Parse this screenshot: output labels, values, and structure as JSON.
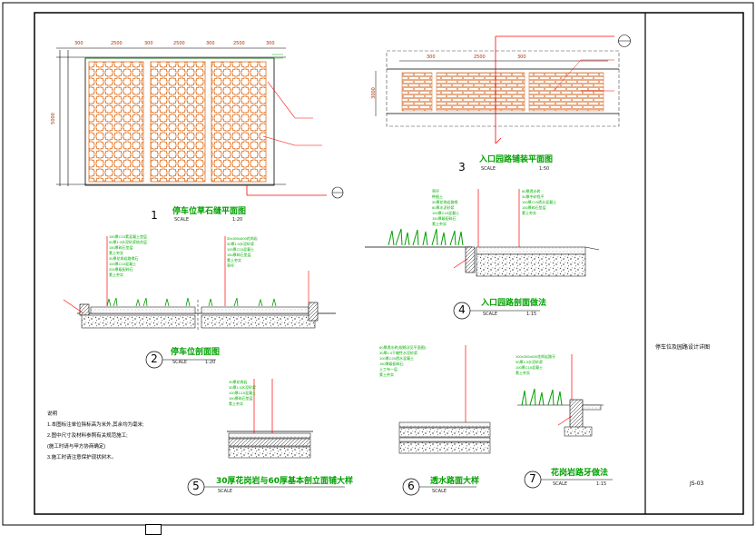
{
  "colors": {
    "linework": "#000000",
    "callout": "#ff0000",
    "annotation": "#00b000",
    "title": "#00a000",
    "paving": "#e07020",
    "dims": "#b03000"
  },
  "details": [
    {
      "num": "1",
      "title": "停车位草石缝平面图",
      "scale": "1:20"
    },
    {
      "num": "2",
      "title": "停车位剖面图",
      "scale": "1:20"
    },
    {
      "num": "3",
      "title": "入口园路铺装平面图",
      "scale": "1:50"
    },
    {
      "num": "4",
      "title": "入口园路剖面做法",
      "scale": "1:15"
    },
    {
      "num": "5",
      "title": "30厚花岗岩与60厚基本剖立面铺大样",
      "scale": ""
    },
    {
      "num": "6",
      "title": "透水路面大样",
      "scale": ""
    },
    {
      "num": "7",
      "title": "花岗岩路牙做法",
      "scale": "1:15"
    }
  ],
  "scale_tag": "SCALE",
  "dims_plan1": [
    "300",
    "2500",
    "300",
    "2500",
    "300",
    "2500",
    "300"
  ],
  "dim_plan1_height": "5000",
  "dim_plan3": "3000",
  "dim_plan3_top": [
    "300",
    "2500",
    "300"
  ],
  "notes": {
    "heading": "说明",
    "lines": [
      "1.本图标注单位除标高为米外,其余均为毫米;",
      "2.图中尺寸及材料参照有关规范施工;",
      "  (施工时请与甲方协商确定)",
      "3.施工时请注意保护现状树木。"
    ]
  },
  "title_block": {
    "drawing_name": "停车位及园路设计详图",
    "sheet_no": "JS-03"
  },
  "annotations": {
    "d2_left": [
      "150厚C15素混凝土垫层",
      "60厚1:3水泥砂浆结合层",
      "150厚碎石垫层",
      "素土夯实",
      "30厚花岗岩路缘石",
      "100厚C15混凝土",
      "200厚级配碎石",
      "素土夯实"
    ],
    "d2_right": [
      "30x300x600花岗岩",
      "30厚1:3水泥砂浆",
      "100厚C15混凝土",
      "150厚碎石垫层",
      "素土夯实",
      "草坪"
    ],
    "d4_left": [
      "草坪",
      "种植土",
      "30厚花岗岩路缘",
      "60厚水泥砂浆",
      "100厚C15混凝土",
      "150厚级配碎石",
      "素土夯实"
    ],
    "d4_right": [
      "60厚透水砖",
      "30厚中砂找平",
      "100厚C15透水混凝土",
      "150厚碎石垫层",
      "素土夯实"
    ],
    "d5": [
      "30厚花岗岩",
      "30厚1:3水泥砂浆",
      "100厚C15混凝土",
      "150厚碎石垫层",
      "素土夯实"
    ],
    "d6": [
      "60厚透水砖(规格详见平面图)",
      "30厚1:3干硬性水泥砂浆",
      "100厚C20透水混凝土",
      "150厚级配碎石",
      "土工布一层",
      "素土夯实"
    ],
    "d7": [
      "100x300x600花岗岩路牙",
      "30厚1:3水泥砂浆",
      "100厚C15混凝土",
      "素土夯实"
    ]
  }
}
